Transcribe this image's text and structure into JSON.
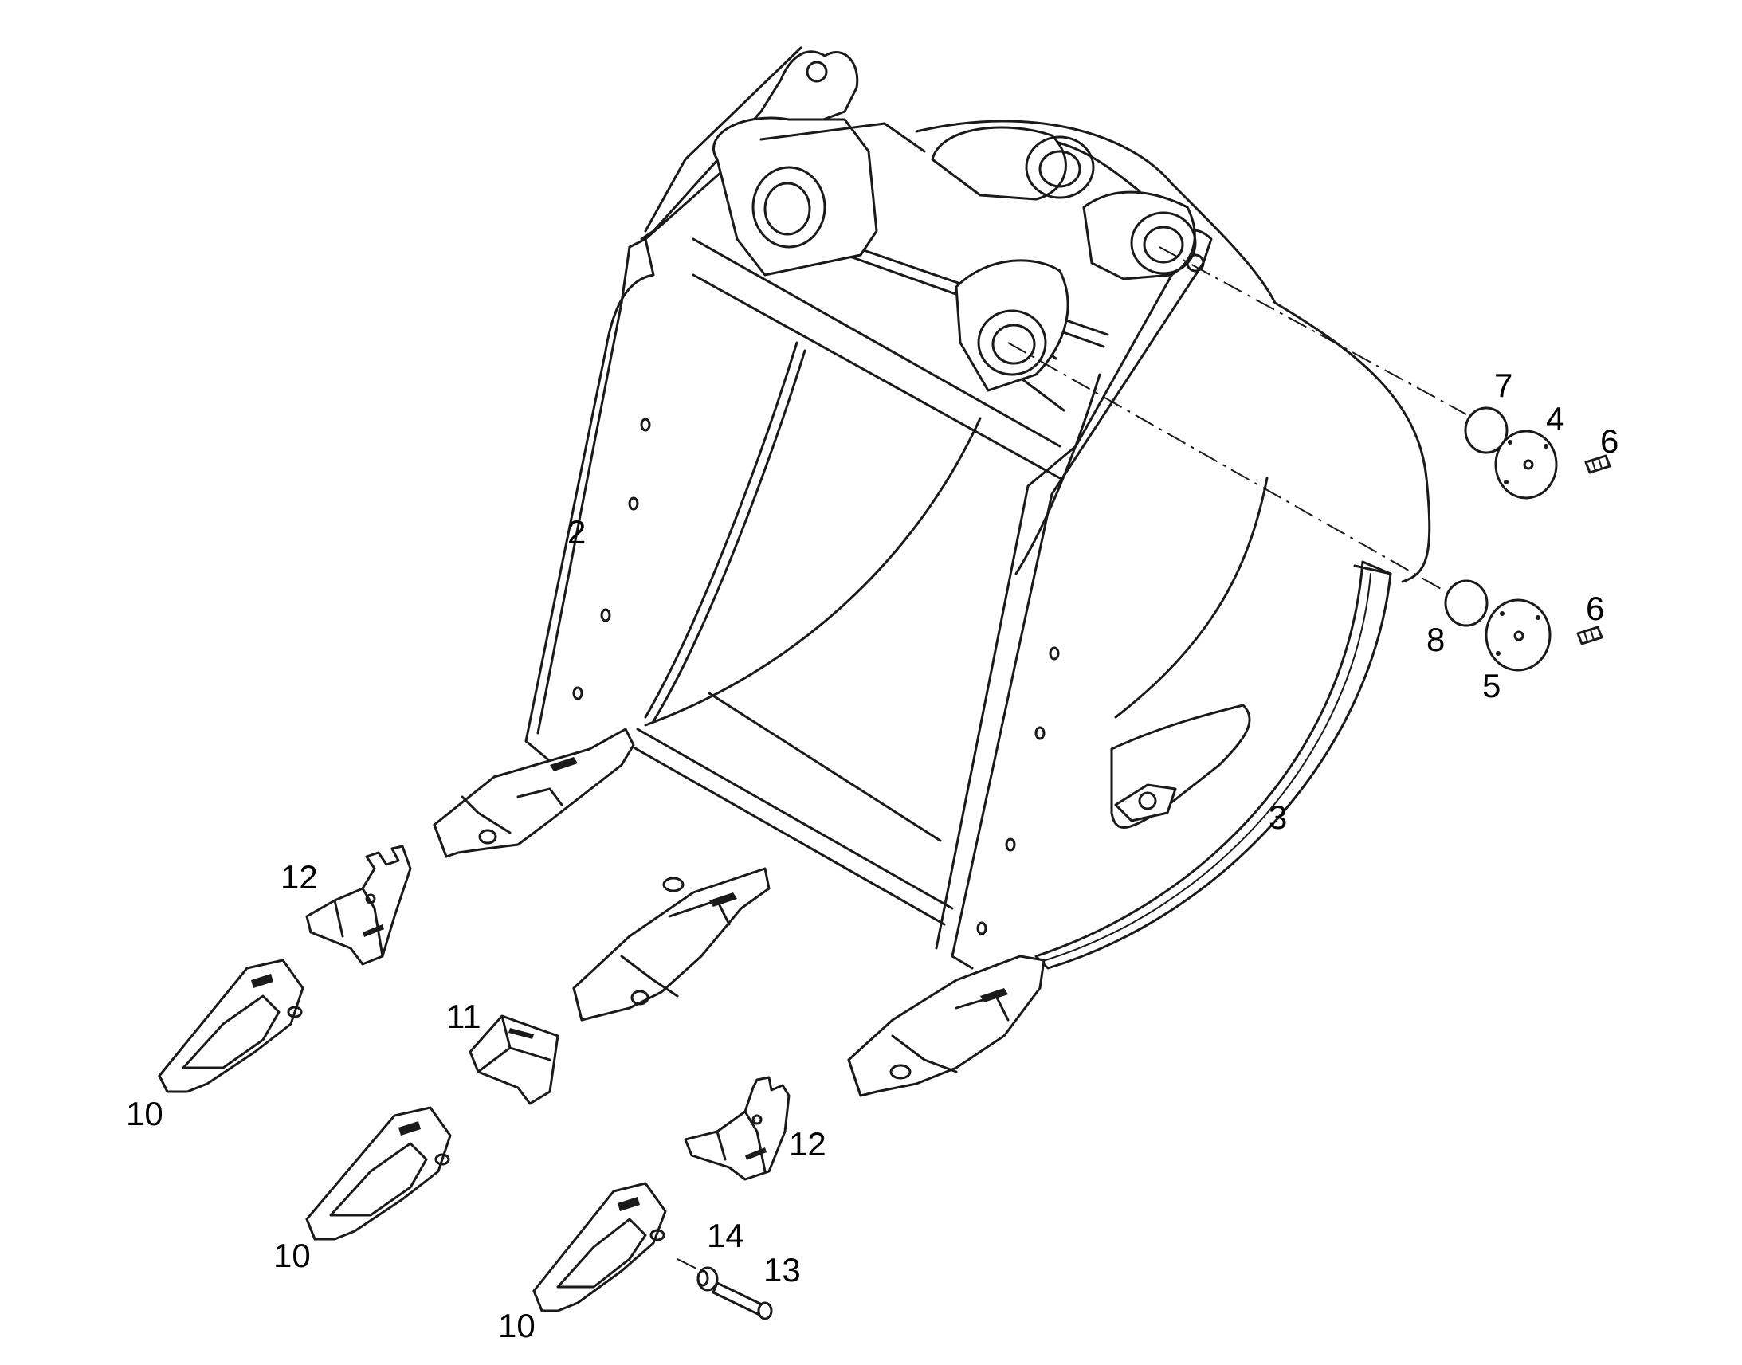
{
  "callouts": {
    "c2": "2",
    "c3": "3",
    "c4": "4",
    "c5": "5",
    "c6a": "6",
    "c6b": "6",
    "c7": "7",
    "c8": "8",
    "c10a": "10",
    "c10b": "10",
    "c10c": "10",
    "c11": "11",
    "c12a": "12",
    "c12b": "12",
    "c13": "13",
    "c14": "14"
  }
}
